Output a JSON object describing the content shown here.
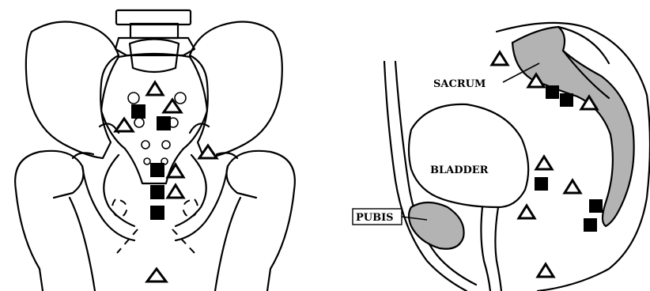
{
  "figure": {
    "labels": {
      "sacrum": "SACRUM",
      "bladder": "BLADDER",
      "pubis": "PUBIS"
    },
    "colors": {
      "bone_fill": "#ffffff",
      "highlight_fill": "#b3b3b3",
      "line": "#000000"
    },
    "marker_legend_symbols": [
      "open-triangle",
      "filled-square"
    ]
  }
}
